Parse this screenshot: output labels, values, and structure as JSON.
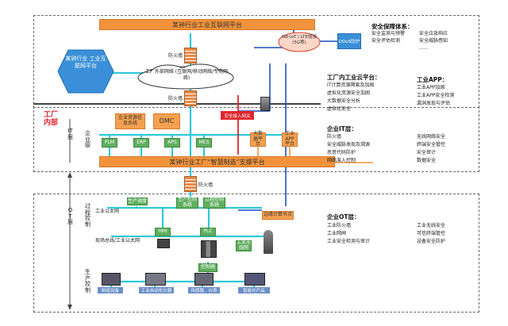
{
  "top": {
    "industry_platform": "某钟行业工业互联网平台",
    "nb_iot": "NB-IoT / LTE增强(5G等)",
    "ddos_protect": "DDoS防护",
    "firewall1": "防火墙",
    "firewall2": "防火墙",
    "firewall3": "防火墙",
    "hex_platform": "某钟行业 工业互联网平台",
    "cloud_text": "工厂外部网络 (互联网/移动网络/专用网络)",
    "security_access": "安全接入网关"
  },
  "factory_label": "工厂内部",
  "it_layer_label": "IT层",
  "ot_layer_label": "OT层",
  "enterprise_level": "企业级",
  "process_control": "过程控制",
  "production_control": "生产控制",
  "it_systems": {
    "erp_mgmt": "企业资源信息系统",
    "dmc": "DMC",
    "plm": "PLM",
    "erp": "ERP",
    "aps": "APS",
    "mes": "MES",
    "big_data": "大数据平台",
    "industry_app": "工业APP平台",
    "support_bar": "某钟行业工厂“智慧制造”支撑平台"
  },
  "ot_systems": {
    "industrial_ethernet": "工业以太网",
    "prod_scheduling": "生产调度",
    "prod_control": "生产控制系统",
    "process_control_sys": "过程控制系统",
    "edge_node": "边缘计算节点",
    "hmi": "HMI",
    "plc": "PLC",
    "wifi": "工业无线网",
    "fieldbus": "现场总线/工业以太网",
    "controller": "控制器",
    "dev1": "制造设备",
    "dev2": "工业自动化仪器",
    "dev3": "传感器、仪表",
    "dev4": "智能化产品"
  },
  "right": {
    "sec_title": "安全保障体系：",
    "sec_items": [
      "安全监测与预警",
      "安全应急响应",
      "安全评估检测",
      "安全威胁感知",
      "......"
    ],
    "cloud_title": "工厂内工业云平台：",
    "cloud_items": [
      "IT计算资源隔离及加固",
      "虚拟化资源安全加固",
      "大数据安全分析",
      "虚拟化安全"
    ],
    "app_title": "工业APP：",
    "app_items": [
      "工业APP加固",
      "工业APP安全检测",
      "漏洞发现与评估"
    ],
    "it_title": "企业IT层：",
    "it_items_l": [
      "防火墙",
      "安全威胁发现及溯源",
      "恶意代码防护",
      "网络准入控制"
    ],
    "it_items_r": [
      "无线网络安全",
      "终端安全管控",
      "安全审计",
      "数据安全"
    ],
    "ot_title": "企业OT层：",
    "ot_items_l": [
      "工业防火墙",
      "工业网闸",
      "工业安全检测与审计"
    ],
    "ot_items_r": [
      "工业无线安全",
      "可信终端管控",
      "设备安全防护"
    ]
  }
}
